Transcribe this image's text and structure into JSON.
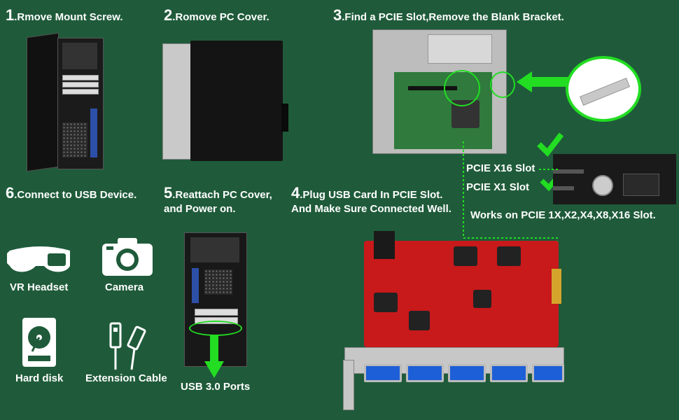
{
  "steps": {
    "s1": {
      "num": "1",
      "text": ".Rmove Mount Screw."
    },
    "s2": {
      "num": "2",
      "text": ".Romove PC Cover."
    },
    "s3": {
      "num": "3",
      "text": ".Find a PCIE Slot,Remove the Blank Bracket."
    },
    "s4": {
      "num": "4",
      "line1": ".Plug USB Card In PCIE Slot.",
      "line2": "And Make Sure Connected Well."
    },
    "s5": {
      "num": "5",
      "line1": ".Reattach PC Cover,",
      "line2": "and Power on."
    },
    "s6": {
      "num": "6",
      "text": ".Connect to USB Device."
    }
  },
  "slots": {
    "x16": "PCIE X16 Slot",
    "x1": "PCIE X1 Slot"
  },
  "works_on": "Works on PCIE 1X,X2,X4,X8,X16 Slot.",
  "devices": {
    "vr": "VR Headset",
    "camera": "Camera",
    "hdd": "Hard disk",
    "cable": "Extension Cable"
  },
  "usb_ports_label": "USB 3.0 Ports",
  "colors": {
    "background": "#1f5b3a",
    "accent_green": "#22dd22",
    "card_red": "#c8191b",
    "usb_blue": "#1d5fd6"
  }
}
